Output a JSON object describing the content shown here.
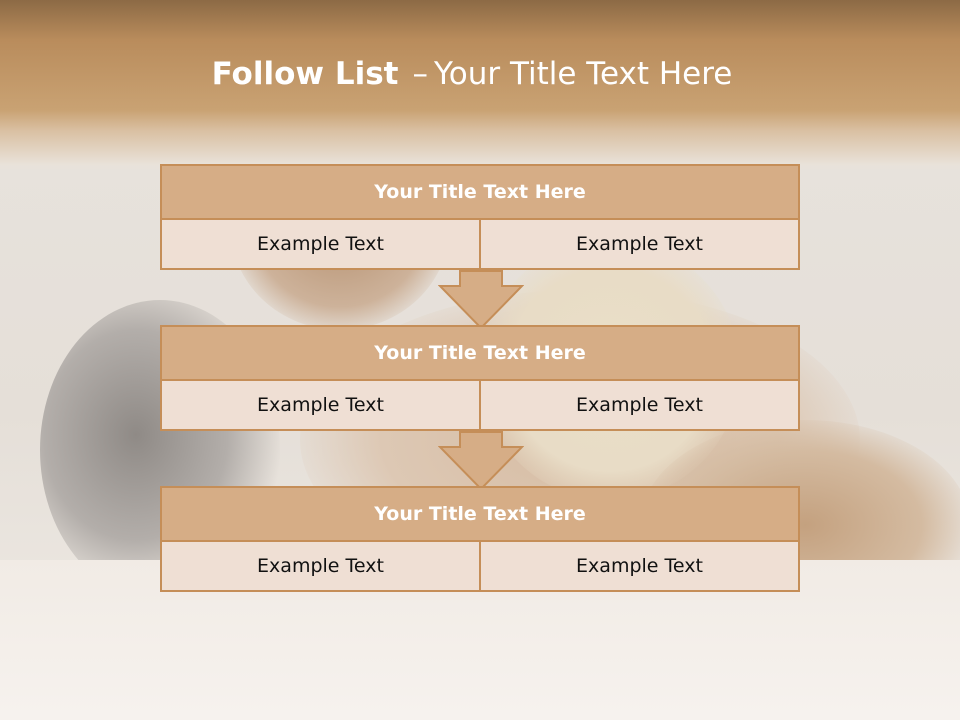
{
  "title": {
    "bold": "Follow List",
    "dash": "–",
    "rest": "Your Title Text Here"
  },
  "steps": [
    {
      "heading": "Your Title Text Here",
      "left": "Example Text",
      "right": "Example Text"
    },
    {
      "heading": "Your Title Text Here",
      "left": "Example Text",
      "right": "Example Text"
    },
    {
      "heading": "Your Title Text Here",
      "left": "Example Text",
      "right": "Example Text"
    }
  ],
  "colors": {
    "header_fill": "#d6ad86",
    "border": "#c58e58",
    "cell_fill": "#efdfd4",
    "arrow_fill": "#d6ad86"
  }
}
